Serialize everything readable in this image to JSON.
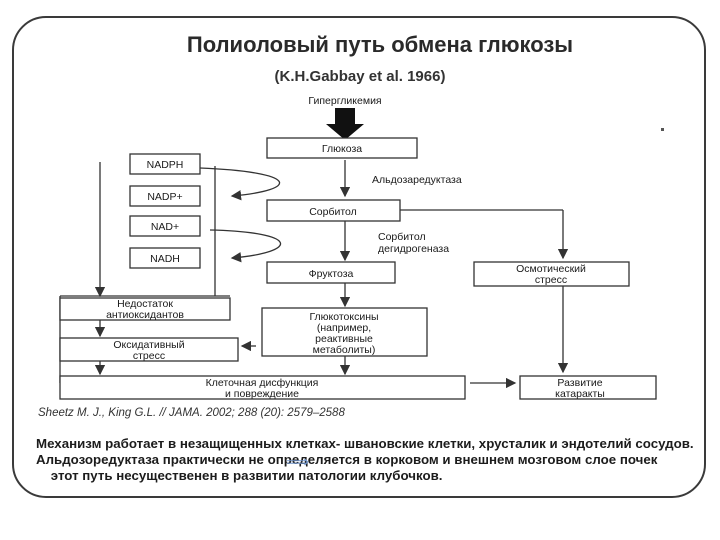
{
  "slide": {
    "title": "Полиоловый путь обмена глюкозы",
    "subtitle": "(K.H.Gabbay et al. 1966)",
    "citation": "Sheetz M. J., King G.L. // JAMA. 2002; 288 (20): 2579–2588",
    "mechanism_text": "Механизм работает в незащищенных клетках- швановские клетки, хрусталик и эндотелий сосудов. Альдозоредуктаза практически не определяется в корковом и внешнем мозговом слое почек      этот путь несущественен в развитии патологии клубочков.",
    "arrow_icon": "double-arrow-icon",
    "arrow_color": "#6f93c9"
  },
  "diagram": {
    "hyperglycemia": "Гипергликемия",
    "glucose": "Глюкоза",
    "aldose_reductase": "Альдоза­редуктаза",
    "sorbitol": "Сорбитол",
    "sorbitol_dehydrogenase_1": "Сорбитол",
    "sorbitol_dehydrogenase_2": "дегидрогеназа",
    "fructose": "Фруктоза",
    "nadph": "NADPH",
    "nadp": "NADP+",
    "nad": "NAD+",
    "nadh": "NADH",
    "osmotic_stress_1": "Осмотический",
    "osmotic_stress_2": "стресс",
    "antioxidant_deficit_1": "Недостаток",
    "antioxidant_deficit_2": "антиоксидантов",
    "oxidative_stress_1": "Оксидативный",
    "oxidative_stress_2": "стресс",
    "glucotoxins_1": "Глюкотоксины",
    "glucotoxins_2": "(например,",
    "glucotoxins_3": "реактивные",
    "glucotoxins_4": "метаболиты)",
    "cell_dysfunction_1": "Клеточная дисфункция",
    "cell_dysfunction_2": "и повреждение",
    "cataract_1": "Развитие",
    "cataract_2": "катаракты"
  }
}
